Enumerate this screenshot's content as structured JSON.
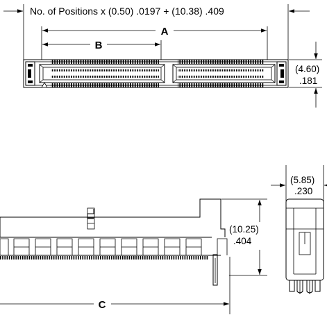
{
  "top_view": {
    "formula": "No. of Positions x (0.50) .0197 + (10.38) .409",
    "label_a": "A",
    "label_b": "B",
    "height_mm": "(4.60)",
    "height_in": ".181"
  },
  "side_view": {
    "label_c": "C",
    "height_mm": "(10.25)",
    "height_in": ".404"
  },
  "end_view": {
    "width_mm": "(5.85)",
    "width_in": ".230"
  }
}
